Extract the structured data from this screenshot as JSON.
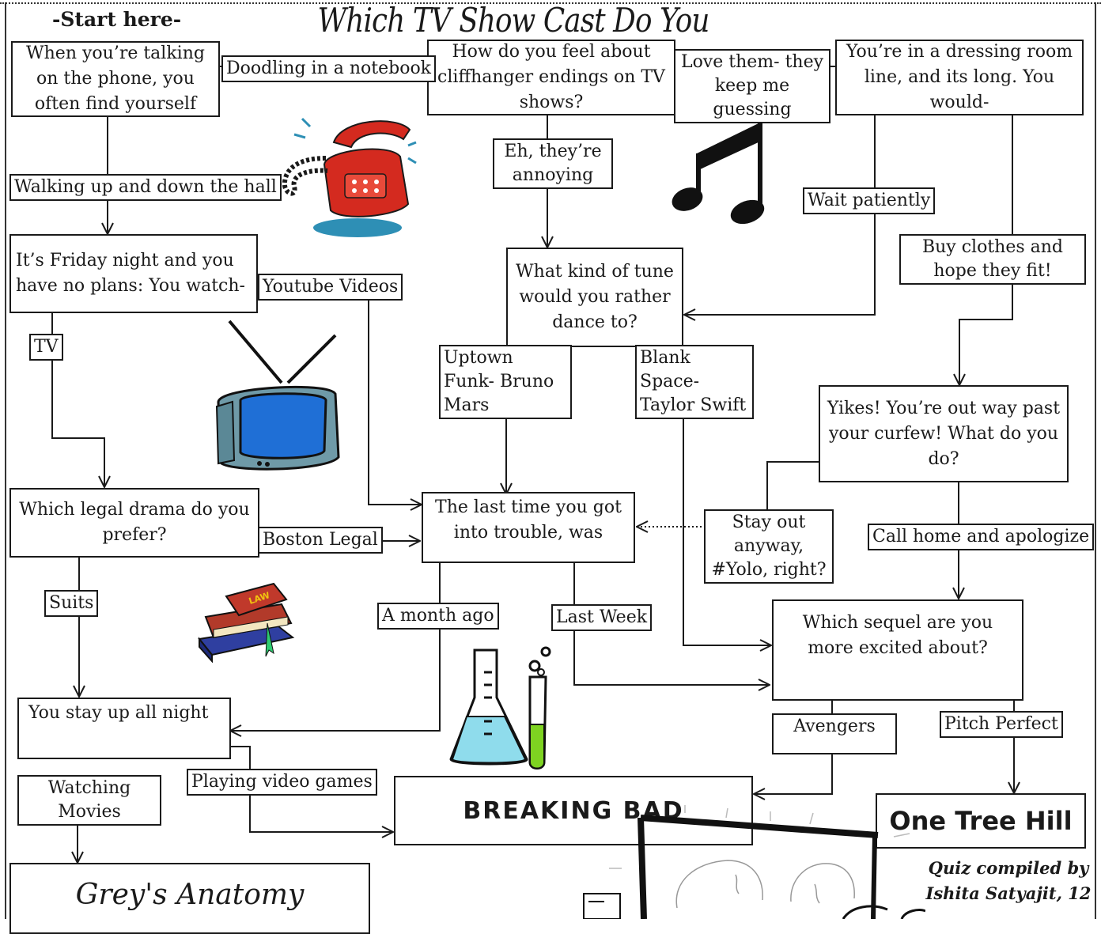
{
  "title": "Which TV Show Cast Do You Belong In?",
  "start_label": "-Start here-",
  "questions": {
    "phone": "When you’re talking on the phone, you often find yourself",
    "cliffhanger": "How do you feel about cliffhanger endings on TV shows?",
    "dressing_room": "You’re in a dressing room line, and its long. You would-",
    "friday": "It’s Friday night and you have no plans: You watch-",
    "tune": "What kind of tune would you rather dance to?",
    "curfew": "Yikes! You’re out way past your curfew! What do you do?",
    "legal": "Which legal drama do you prefer?",
    "trouble": "The last time you got into trouble, was",
    "sequel": "Which sequel are you more excited about?",
    "stay_up": "You stay up all night"
  },
  "answers": {
    "doodling": "Doodling in a notebook",
    "walking": "Walking up and down the hall",
    "love_them": "Love them- they keep me guessing",
    "eh": "Eh, they’re annoying",
    "wait": "Wait patiently",
    "buy": "Buy clothes and hope they fit!",
    "youtube": "Youtube Videos",
    "tv": "TV",
    "uptown": "Uptown Funk- Bruno Mars",
    "blank": "Blank Space- Taylor Swift",
    "stay_out": "Stay out anyway, #Yolo, right?",
    "call_home": "Call home and apologize",
    "boston": "Boston Legal",
    "suits": "Suits",
    "month": "A month ago",
    "week": "Last Week",
    "avengers": "Avengers",
    "pitch": "Pitch Perfect",
    "movies": "Watching Movies",
    "games": "Playing video games"
  },
  "results": {
    "breaking_bad": "BREAKING BAD",
    "one_tree_hill": "One Tree Hill",
    "greys": "Grey's Anatomy"
  },
  "credit": "Quiz compiled by Ishita Satyajit, 12",
  "icons": [
    "telephone-icon",
    "music-note-icon",
    "television-icon",
    "law-books-icon",
    "science-flask-icon",
    "cartoon-sketch-icon"
  ],
  "colors": {
    "ink": "#1a1a1a",
    "phone_red": "#d42a1f",
    "tv_blue": "#1f6fd6",
    "flask_blue": "#8fdcec",
    "tube_green": "#7ed321"
  }
}
